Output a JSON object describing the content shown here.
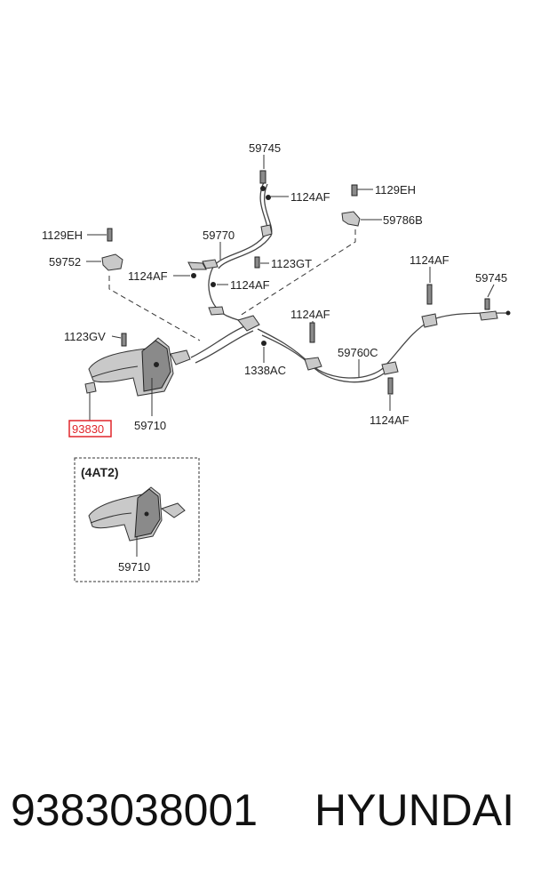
{
  "labels": {
    "p59745_top": "59745",
    "p1124AF_a": "1124AF",
    "p1129EH_right": "1129EH",
    "p59786B": "59786B",
    "p1129EH_left": "1129EH",
    "p59770": "59770",
    "p59752": "59752",
    "p1123GT": "1123GT",
    "p1124AF_b": "1124AF",
    "p1124AF_c": "1124AF",
    "p1124AF_d": "1124AF",
    "p59745_right": "59745",
    "p1124AF_e": "1124AF",
    "p1123GV": "1123GV",
    "p59760C": "59760C",
    "p1338AC": "1338AC",
    "p93830": "93830",
    "p59710": "59710",
    "p1124AF_f": "1124AF",
    "inset_title": "(4AT2)",
    "inset_59710": "59710"
  },
  "highlight_color": "#e0262b",
  "footer": {
    "part_number": "9383038001",
    "brand": "HYUNDAI"
  }
}
